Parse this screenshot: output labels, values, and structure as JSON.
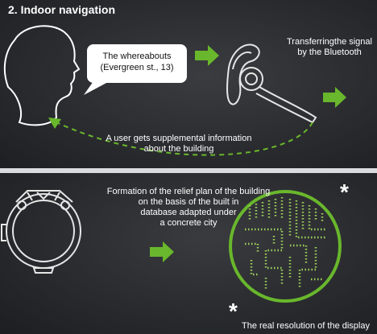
{
  "section_title": "2. Indoor navigation",
  "speech_bubble": {
    "line1": "The whereabouts",
    "line2": "(Evergreen st., 13)"
  },
  "bluetooth_caption": {
    "line1": "Transferringthe signal",
    "line2": "by the Bluetooth"
  },
  "feedback_caption": {
    "line1": "A user gets supplemental information",
    "line2": "about the building"
  },
  "formation_caption": {
    "line1": "Formation of the relief plan of the building",
    "line2": "on the basis of the built in",
    "line3": "database adapted under",
    "line4": "a concrete city"
  },
  "asterisk_mark": "*",
  "resolution_caption": "The real resolution of the display",
  "colors": {
    "accent_green": "#69b72c",
    "background": "#2a2b2f",
    "divider": "#d9dbdd",
    "text": "#ffffff"
  }
}
